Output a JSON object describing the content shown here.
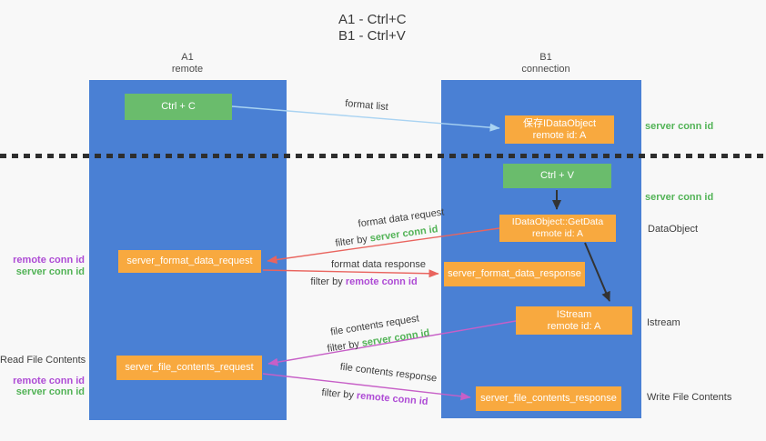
{
  "title": {
    "line1": "A1 - Ctrl+C",
    "line2": "B1 - Ctrl+V"
  },
  "lanes": {
    "a": {
      "name": "A1",
      "role": "remote"
    },
    "b": {
      "name": "B1",
      "role": "connection"
    }
  },
  "boxes": {
    "ctrl_c": {
      "label": "Ctrl + C"
    },
    "save_idataobject": {
      "line1": "保存IDataObject",
      "line2": "remote id: A"
    },
    "ctrl_v": {
      "label": "Ctrl + V"
    },
    "getdata": {
      "line1": "IDataObject::GetData",
      "line2": "remote id: A"
    },
    "format_request": {
      "label": "server_format_data_request"
    },
    "format_response": {
      "label": "server_format_data_response"
    },
    "istream": {
      "line1": "IStream",
      "line2": "remote id: A"
    },
    "file_request": {
      "label": "server_file_contents_request"
    },
    "file_response": {
      "label": "server_file_contents_response"
    }
  },
  "flows": {
    "format_list": "format list",
    "format_data_request": "format data request",
    "format_data_response": "format data response",
    "file_contents_request": "file contents request",
    "file_contents_response": "file contents response",
    "filter_by": "filter by",
    "server_conn_id": "server conn id",
    "remote_conn_id": "remote conn id"
  },
  "side_labels": {
    "right_top_server_conn_id": "server conn id",
    "right_mid_server_conn_id": "server conn id",
    "dataobject": "DataObject",
    "istream": "Istream",
    "write_file_contents": "Write File Contents",
    "left_remote_conn_id_top": "remote conn id",
    "left_server_conn_id_top": "server conn id",
    "read_file_contents": "Read File Contents",
    "left_remote_conn_id_bottom": "remote conn id",
    "left_server_conn_id_bottom": "server conn id"
  },
  "colors": {
    "lane_blue": "#4a80d4",
    "action_green": "#6abc6c",
    "message_orange": "#f8a93f",
    "server_conn_green": "#52b356",
    "remote_conn_purple": "#ae4bd5",
    "request_red": "#e9645e",
    "response_magenta": "#c75fc7",
    "format_list_blue": "#a9d3f2",
    "arrow_black": "#333333",
    "divider_black": "#2e2e2e"
  }
}
